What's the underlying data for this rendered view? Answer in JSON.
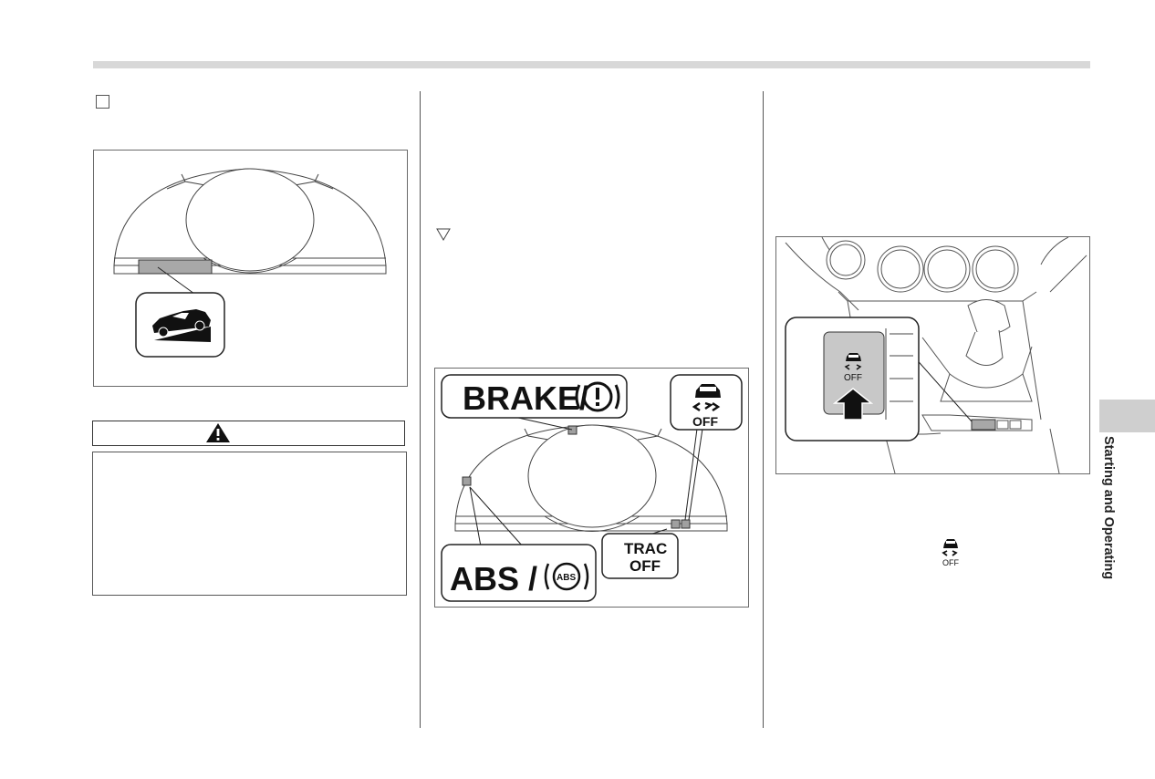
{
  "section_tab": {
    "label": "Starting and Operating"
  },
  "figures": {
    "brake_abs": {
      "brake_label": "BRAKE/",
      "abs_label": "ABS /",
      "abs_icon_text": "ABS",
      "trac_off_line1": "TRAC",
      "trac_off_line2": "OFF",
      "vdc_off_label": "OFF"
    },
    "console": {
      "button_label": "OFF"
    }
  },
  "inline_icon": {
    "label": "OFF"
  }
}
